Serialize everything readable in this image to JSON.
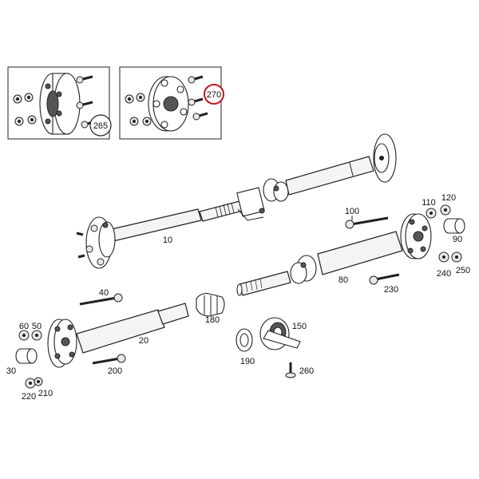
{
  "labels": {
    "p10": "10",
    "p20": "20",
    "p30": "30",
    "p40": "40",
    "p50": "50",
    "p60": "60",
    "p80": "80",
    "p90": "90",
    "p100": "100",
    "p110": "110",
    "p120": "120",
    "p150": "150",
    "p180": "180",
    "p190": "190",
    "p200": "200",
    "p210": "210",
    "p220": "220",
    "p230": "230",
    "p240": "240",
    "p250": "250",
    "p260": "260",
    "p265": "265",
    "p270": "270"
  },
  "highlight_color": "#c0161c",
  "icons": [
    "flexible-disc-icon",
    "bolt-icon",
    "nut-icon",
    "bushing-icon",
    "center-bearing-icon"
  ]
}
